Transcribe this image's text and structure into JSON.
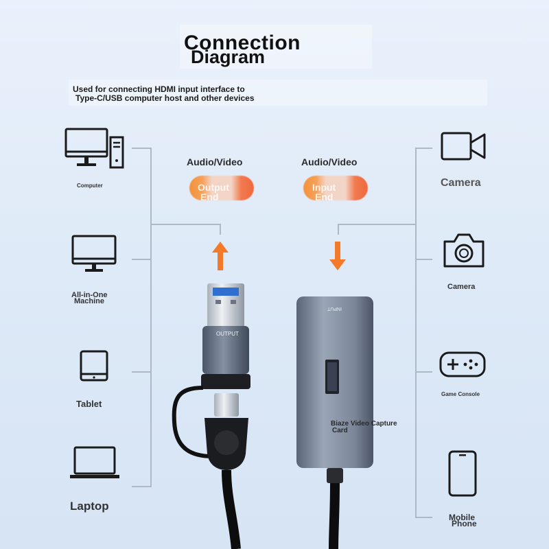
{
  "header": {
    "title_line1": "Connection",
    "title_line2": "Diagram",
    "subtitle_line1": "Used for connecting HDMI input interface to",
    "subtitle_line2": "Type-C/USB computer host and other devices"
  },
  "left_devices": [
    {
      "label": "Computer",
      "icon": "desktop-computer-icon"
    },
    {
      "label": "All-in-One Machine",
      "label_line1": "All-in-One",
      "label_line2": "Machine",
      "icon": "monitor-icon"
    },
    {
      "label": "Tablet",
      "icon": "tablet-icon"
    },
    {
      "label": "Laptop",
      "icon": "laptop-icon"
    }
  ],
  "right_devices": [
    {
      "label": "Camera",
      "icon": "video-camera-icon"
    },
    {
      "label": "Camera",
      "icon": "photo-camera-icon"
    },
    {
      "label": "Game Console",
      "icon": "gamepad-icon"
    },
    {
      "label": "Mobile Phone",
      "label_line1": "Mobile",
      "label_line2": "Phone",
      "icon": "mobile-phone-icon"
    }
  ],
  "ports": {
    "output": {
      "heading": "Audio/Video",
      "line1": "Output",
      "line2": "End",
      "arrow": "up"
    },
    "input": {
      "heading": "Audio/Video",
      "line1": "Input",
      "line2": "End",
      "arrow": "down"
    }
  },
  "hardware": {
    "usb_port_label": "OUTPUT",
    "card_port_label": "INPUT",
    "card_name_line1": "Biaze Video Capture",
    "card_name_line2": "Card"
  },
  "colors": {
    "arrow": "#f47a2a",
    "line": "#aeb9c6",
    "device_body": "#6c7889",
    "icon": "#1a1a1a"
  }
}
